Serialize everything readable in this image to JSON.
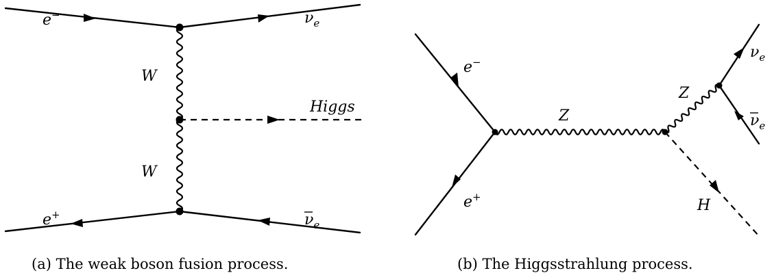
{
  "diagram_a": {
    "labels": {
      "e_minus_base": "e",
      "e_minus_sup": "−",
      "nu_e_base": "ν",
      "nu_e_sub": "e",
      "w_top": "W",
      "higgs": "Higgs",
      "w_bottom": "W",
      "e_plus_base": "e",
      "e_plus_sup": "+",
      "nubar_e_base": "ν",
      "nubar_e_sub": "e"
    },
    "caption": "(a) The weak boson fusion process."
  },
  "diagram_b": {
    "labels": {
      "e_minus_base": "e",
      "e_minus_sup": "−",
      "e_plus_base": "e",
      "e_plus_sup": "+",
      "z_left": "Z",
      "z_right": "Z",
      "nu_e_base": "ν",
      "nu_e_sub": "e",
      "nubar_e_base": "ν",
      "nubar_e_sub": "e",
      "h": "H"
    },
    "caption": "(b) The Higgsstrahlung process."
  }
}
